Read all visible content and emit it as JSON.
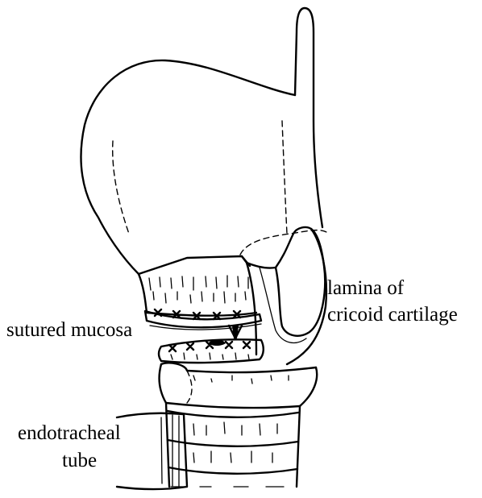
{
  "labels": {
    "lamina_line1": "lamina of",
    "lamina_line2": "cricoid cartilage",
    "sutured_mucosa": "sutured mucosa",
    "endotracheal_line1": "endotracheal",
    "endotracheal_line2": "tube"
  },
  "colors": {
    "ink": "#000000",
    "background": "#ffffff"
  }
}
